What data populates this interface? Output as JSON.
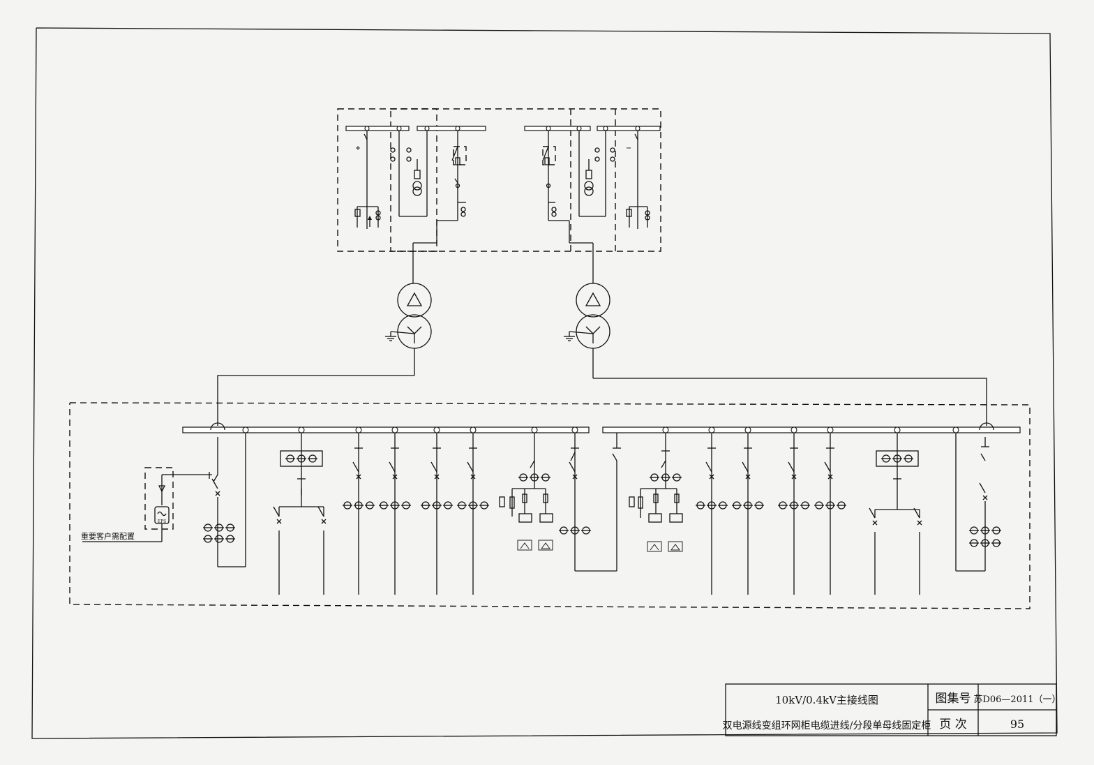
{
  "title_block": {
    "title_line1": "10kV/0.4kV主接线图",
    "title_line2": "双电源线变组环网柜电缆进线/分段单母线固定柜",
    "atlas_label": "图集号",
    "atlas_value": "苏D06—2011（一）",
    "page_label": "页  次",
    "page_value": "95"
  },
  "annotation": {
    "note": "重要客户需配置",
    "device_label": "EPS"
  }
}
